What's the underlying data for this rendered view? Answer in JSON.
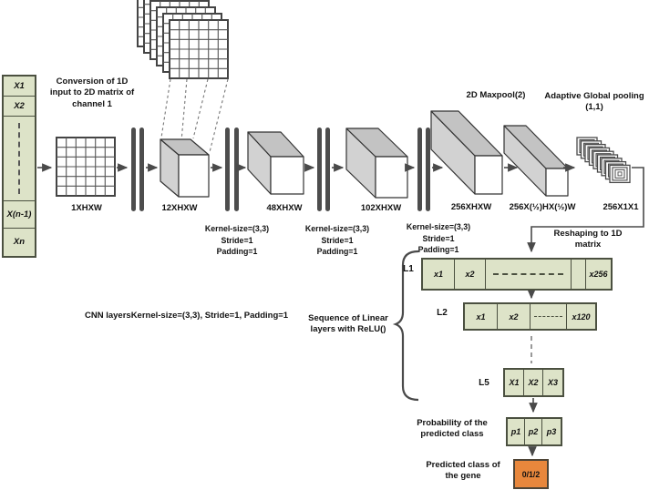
{
  "colors": {
    "cell_fill": "#dde3c8",
    "cell_border": "#4b5040",
    "cuboid_top": "#c3c3c3",
    "cuboid_side": "#d2d2d2",
    "cuboid_face": "#ffffff",
    "bar": "#4d4d4d",
    "line": "#4a4a4a",
    "output_orange": "#e8873c"
  },
  "input": {
    "c1": "X1",
    "c2": "X2",
    "c4": "X(n-1)",
    "c5": "Xn"
  },
  "labels": {
    "conversion": {
      "l1": "Conversion of 1D",
      "l2": "input to 2D matrix of",
      "l3": "channel 1"
    },
    "maxpool": "2D Maxpool(2)",
    "adaptive1": "Adaptive Global pooling",
    "adaptive2": "(1,1)"
  },
  "stages": {
    "grid": "1XHXW",
    "conv1": "12XHXW",
    "conv2": "48XHXW",
    "conv3": "102XHXW",
    "conv4": "256XHXW",
    "pool_out": "256X(½)HX(½)W",
    "gap_out": "256X1X1"
  },
  "kernel": {
    "k": "Kernel-size=(3,3)",
    "s": "Stride=1",
    "p": "Padding=1"
  },
  "reshape": {
    "l1": "Reshaping to 1D",
    "l2": "matrix"
  },
  "notes": {
    "cnn": "CNN layersKernel-size=(3,3), Stride=1, Padding=1",
    "linear1": "Sequence of Linear",
    "linear2": "layers with ReLU()"
  },
  "rows": {
    "l1": {
      "label": "L1",
      "c1": "x1",
      "c2": "x2",
      "c5": "x256"
    },
    "l2": {
      "label": "L2",
      "c1": "x1",
      "c2": "x2",
      "c4": "x120"
    },
    "l5": {
      "label": "L5",
      "c1": "X1",
      "c2": "X2",
      "c3": "X3"
    },
    "p": {
      "c1": "p1",
      "c2": "p2",
      "c3": "p3"
    }
  },
  "prob": {
    "l1": "Probability of the",
    "l2": "predicted class"
  },
  "pred": {
    "l1": "Predicted class of",
    "l2": "the gene"
  },
  "output": {
    "value": "0/1/2"
  }
}
